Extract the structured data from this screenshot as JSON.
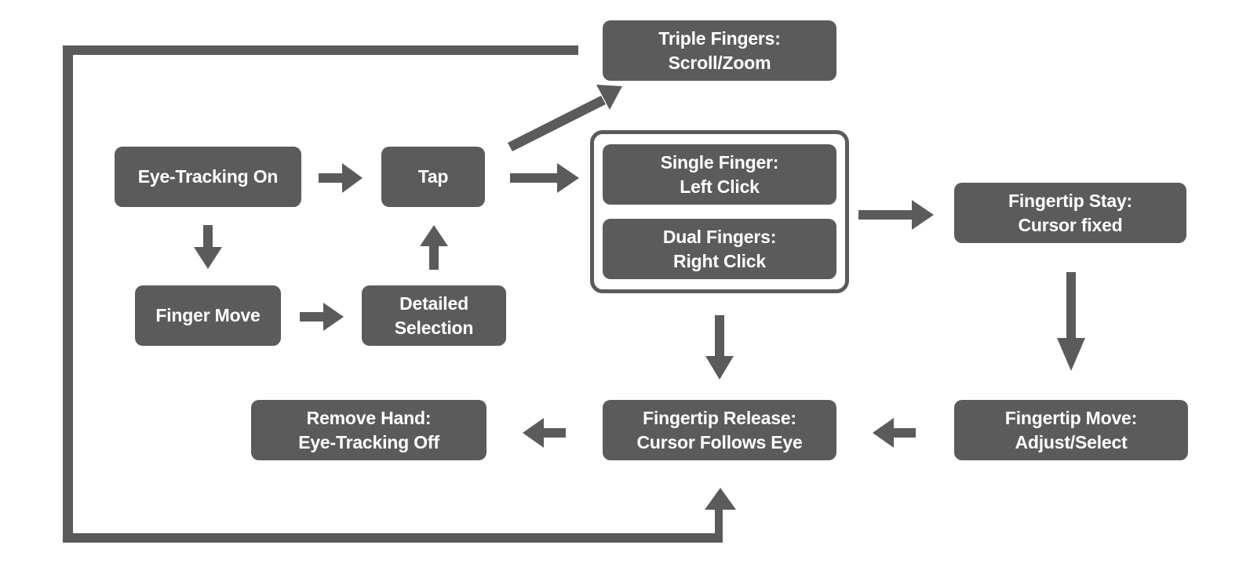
{
  "diagram": {
    "type": "flowchart",
    "colors": {
      "node_fill": "#5b5b5b",
      "node_text": "#ffffff",
      "arrow": "#5b5b5b",
      "background": "#ffffff"
    },
    "nodes": {
      "eye_tracking_on": {
        "lines": [
          "Eye-Tracking On"
        ]
      },
      "tap": {
        "lines": [
          "Tap"
        ]
      },
      "finger_move": {
        "lines": [
          "Finger Move"
        ]
      },
      "detailed_selection": {
        "lines": [
          "Detailed",
          "Selection"
        ]
      },
      "triple_fingers": {
        "lines": [
          "Triple Fingers:",
          "Scroll/Zoom"
        ]
      },
      "single_finger": {
        "lines": [
          "Single Finger:",
          "Left Click"
        ]
      },
      "dual_fingers": {
        "lines": [
          "Dual Fingers:",
          "Right Click"
        ]
      },
      "fingertip_stay": {
        "lines": [
          "Fingertip Stay:",
          "Cursor fixed"
        ]
      },
      "fingertip_move": {
        "lines": [
          "Fingertip Move:",
          "Adjust/Select"
        ]
      },
      "fingertip_release": {
        "lines": [
          "Fingertip Release:",
          "Cursor Follows Eye"
        ]
      },
      "remove_hand": {
        "lines": [
          "Remove Hand:",
          "Eye-Tracking Off"
        ]
      }
    },
    "groups": [
      {
        "id": "click_group",
        "members": [
          "single_finger",
          "dual_fingers"
        ]
      }
    ],
    "edges": [
      {
        "from": "eye_tracking_on",
        "to": "tap"
      },
      {
        "from": "eye_tracking_on",
        "to": "finger_move"
      },
      {
        "from": "finger_move",
        "to": "detailed_selection"
      },
      {
        "from": "detailed_selection",
        "to": "tap"
      },
      {
        "from": "tap",
        "to": "triple_fingers"
      },
      {
        "from": "tap",
        "to": "click_group"
      },
      {
        "from": "click_group",
        "to": "fingertip_stay"
      },
      {
        "from": "click_group",
        "to": "fingertip_release"
      },
      {
        "from": "fingertip_stay",
        "to": "fingertip_move"
      },
      {
        "from": "fingertip_move",
        "to": "fingertip_release"
      },
      {
        "from": "fingertip_release",
        "to": "remove_hand"
      },
      {
        "from": "triple_fingers",
        "to": "fingertip_release",
        "note": "loop line around left and bottom"
      }
    ]
  }
}
